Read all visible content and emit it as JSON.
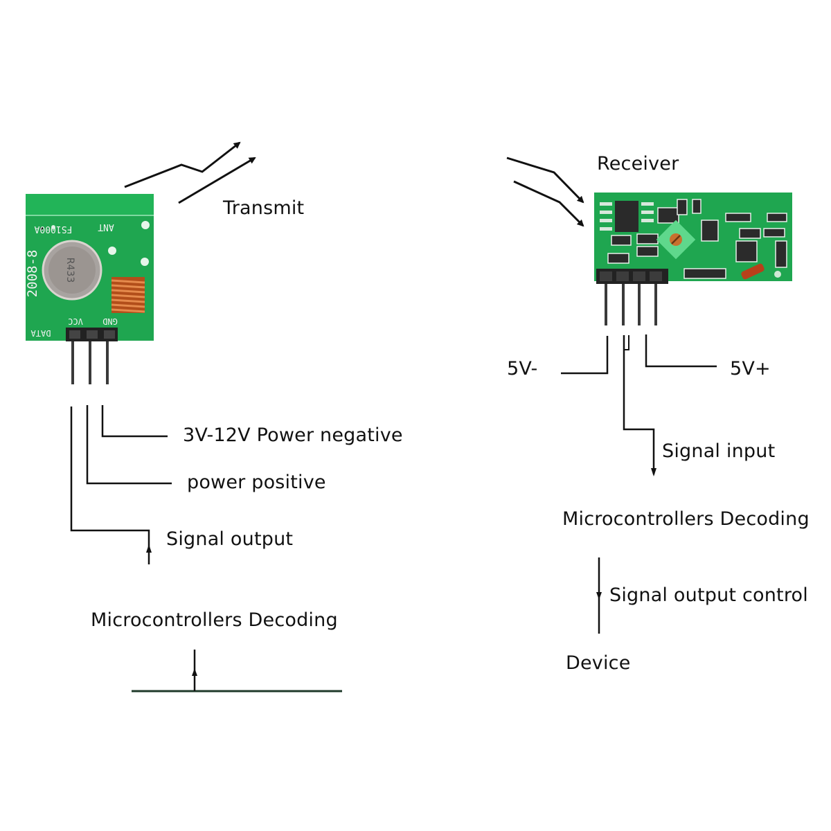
{
  "colors": {
    "pcb_green": "#1fa650",
    "pcb_dark": "#168a3e",
    "pcb_light": "#2cbf62",
    "trimmer": "#5fd88c",
    "coil": "#c8581c",
    "line": "#111111"
  },
  "transmitter": {
    "title": "Transmit",
    "silkscreen": {
      "model": "FS1000A",
      "date": "2008-8",
      "ant": "ANT",
      "crystal": "R433",
      "pins": [
        "DATA",
        "VCC",
        "GND"
      ]
    },
    "pins": [
      {
        "label": "3V-12V Power negative"
      },
      {
        "label": "power positive"
      },
      {
        "label": "Signal output"
      }
    ],
    "target": "Microcontrollers Decoding"
  },
  "receiver": {
    "title": "Receiver",
    "pins": [
      {
        "label": "5V-"
      },
      {
        "label": "5V+"
      },
      {
        "label": "Signal input"
      }
    ],
    "target": "Microcontrollers Decoding",
    "output_label": "Signal output control",
    "device": "Device"
  }
}
